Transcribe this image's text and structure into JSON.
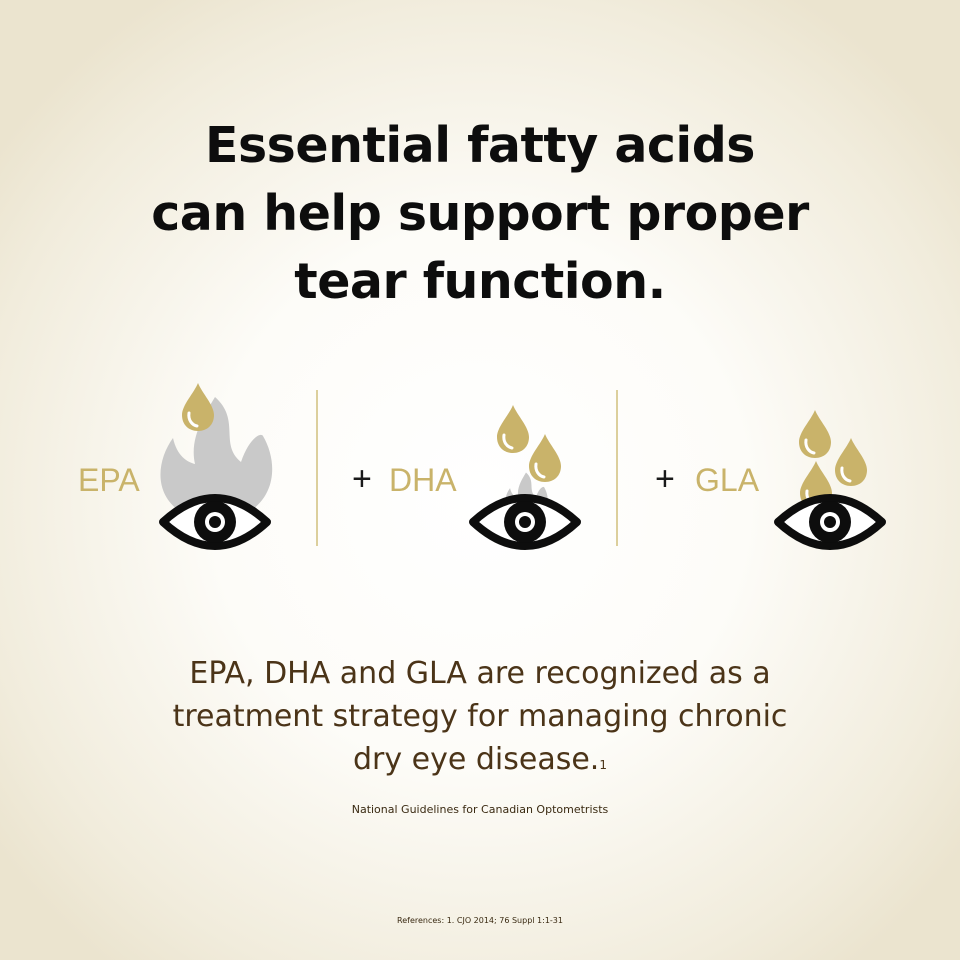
{
  "headline": {
    "lines": [
      "Essential fatty acids",
      "can help support proper",
      "tear function."
    ]
  },
  "acids": [
    {
      "prefix": "",
      "name": "EPA"
    },
    {
      "prefix": "+",
      "name": "DHA"
    },
    {
      "prefix": "+",
      "name": "GLA"
    }
  ],
  "icons": {
    "drop": "oil-drop-icon",
    "flame": "flame-icon",
    "eye": "eye-icon"
  },
  "colors": {
    "gold": "#c9b36a",
    "flame_gray": "#c9c9c9",
    "eye": "#0d0d0d",
    "body_text": "#4b3418"
  },
  "body": {
    "lines": [
      "EPA, DHA and GLA are recognized as a",
      "treatment strategy for managing chronic",
      "dry eye disease."
    ],
    "footnote_mark": "1"
  },
  "source": "National Guidelines for Canadian Optometrists",
  "references": "References: 1. CJO 2014; 76 Suppl 1:1-31"
}
